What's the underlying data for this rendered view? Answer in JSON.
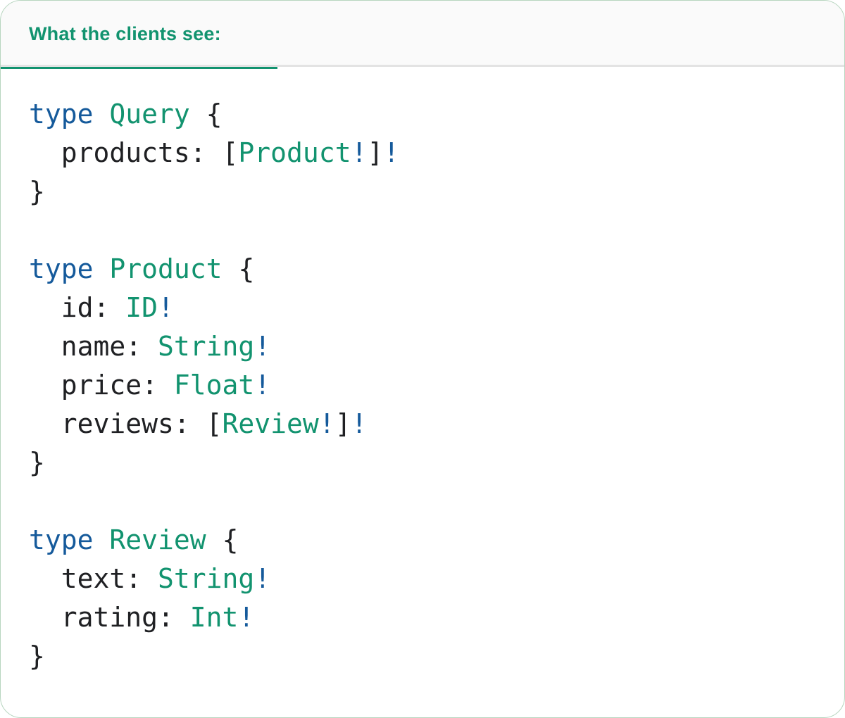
{
  "header": {
    "tab_label": "What the clients see:"
  },
  "colors": {
    "accent": "#12936f",
    "keyword": "#155a9b",
    "type_name": "#12936f",
    "plain": "#1f2023",
    "bang": "#155a9b",
    "tab_divider": "#e3e3e3",
    "header_background": "#fafafa",
    "card_border": "#b7d5bf"
  },
  "code": {
    "language": "graphql",
    "lines": [
      [
        {
          "text": "type",
          "style": "keyword"
        },
        {
          "text": " ",
          "style": "plain"
        },
        {
          "text": "Query",
          "style": "type_name"
        },
        {
          "text": " {",
          "style": "plain"
        }
      ],
      [
        {
          "text": "  products: [",
          "style": "plain"
        },
        {
          "text": "Product",
          "style": "type_name"
        },
        {
          "text": "!",
          "style": "bang"
        },
        {
          "text": "]",
          "style": "plain"
        },
        {
          "text": "!",
          "style": "bang"
        }
      ],
      [
        {
          "text": "}",
          "style": "plain"
        }
      ],
      [],
      [
        {
          "text": "type",
          "style": "keyword"
        },
        {
          "text": " ",
          "style": "plain"
        },
        {
          "text": "Product",
          "style": "type_name"
        },
        {
          "text": " {",
          "style": "plain"
        }
      ],
      [
        {
          "text": "  id: ",
          "style": "plain"
        },
        {
          "text": "ID",
          "style": "type_name"
        },
        {
          "text": "!",
          "style": "bang"
        }
      ],
      [
        {
          "text": "  name: ",
          "style": "plain"
        },
        {
          "text": "String",
          "style": "type_name"
        },
        {
          "text": "!",
          "style": "bang"
        }
      ],
      [
        {
          "text": "  price: ",
          "style": "plain"
        },
        {
          "text": "Float",
          "style": "type_name"
        },
        {
          "text": "!",
          "style": "bang"
        }
      ],
      [
        {
          "text": "  reviews: [",
          "style": "plain"
        },
        {
          "text": "Review",
          "style": "type_name"
        },
        {
          "text": "!",
          "style": "bang"
        },
        {
          "text": "]",
          "style": "plain"
        },
        {
          "text": "!",
          "style": "bang"
        }
      ],
      [
        {
          "text": "}",
          "style": "plain"
        }
      ],
      [],
      [
        {
          "text": "type",
          "style": "keyword"
        },
        {
          "text": " ",
          "style": "plain"
        },
        {
          "text": "Review",
          "style": "type_name"
        },
        {
          "text": " {",
          "style": "plain"
        }
      ],
      [
        {
          "text": "  text: ",
          "style": "plain"
        },
        {
          "text": "String",
          "style": "type_name"
        },
        {
          "text": "!",
          "style": "bang"
        }
      ],
      [
        {
          "text": "  rating: ",
          "style": "plain"
        },
        {
          "text": "Int",
          "style": "type_name"
        },
        {
          "text": "!",
          "style": "bang"
        }
      ],
      [
        {
          "text": "}",
          "style": "plain"
        }
      ]
    ]
  }
}
